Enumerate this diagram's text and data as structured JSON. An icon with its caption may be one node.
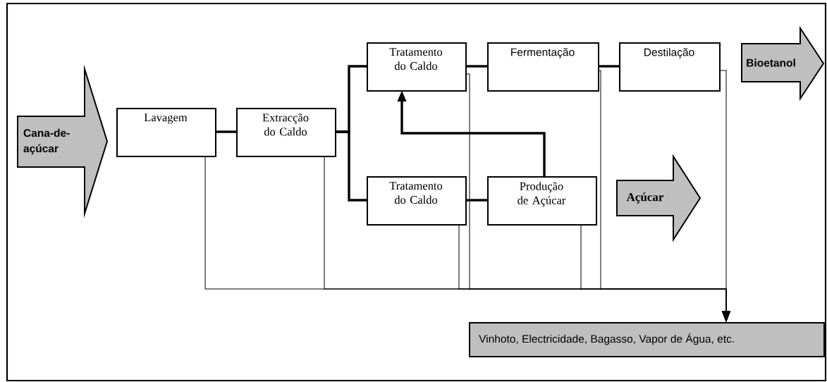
{
  "diagram": {
    "nodes": [
      {
        "text": [
          "Cana-de-açúcar"
        ]
      },
      {
        "text": [
          "Lavagem"
        ]
      },
      {
        "text": [
          "Extracção do Caldo"
        ]
      },
      {
        "text": [
          "Tratamento do Caldo"
        ]
      },
      {
        "text": [
          "Fermentação"
        ]
      },
      {
        "text": [
          "Destilação"
        ]
      },
      {
        "text": [
          "Bioetanol"
        ]
      },
      {
        "text": [
          "Tratamento do Caldo"
        ]
      },
      {
        "text": [
          "Produção de Açúcar"
        ]
      },
      {
        "text": [
          "Açúcar"
        ]
      },
      {
        "text": [
          "Vinhoto, Electricidade, Bagasso, Vapor de Água, etc."
        ]
      }
    ],
    "edges": [
      {
        "from": 1,
        "to": 2,
        "arrow": "none",
        "style": "thick"
      },
      {
        "from": 2,
        "to": 3,
        "arrow": "none",
        "style": "thick"
      },
      {
        "from": 2,
        "to": 7,
        "arrow": "none",
        "style": "thick"
      },
      {
        "from": 3,
        "to": 4,
        "arrow": "none",
        "style": "thick"
      },
      {
        "from": 4,
        "to": 5,
        "arrow": "none",
        "style": "thick"
      },
      {
        "from": 7,
        "to": 8,
        "arrow": "none",
        "style": "thick"
      },
      {
        "from": 8,
        "to": 3,
        "arrow": "to",
        "style": "thick"
      },
      {
        "from": 1,
        "to": 10,
        "arrow": "to"
      },
      {
        "from": 2,
        "to": 10,
        "arrow": "to"
      },
      {
        "from": 7,
        "to": 10,
        "arrow": "to"
      },
      {
        "from": 3,
        "to": 10,
        "arrow": "to"
      },
      {
        "from": 8,
        "to": 10,
        "arrow": "to"
      },
      {
        "from": 4,
        "to": 10,
        "arrow": "to"
      },
      {
        "from": 5,
        "to": 10,
        "arrow": "to"
      }
    ]
  }
}
